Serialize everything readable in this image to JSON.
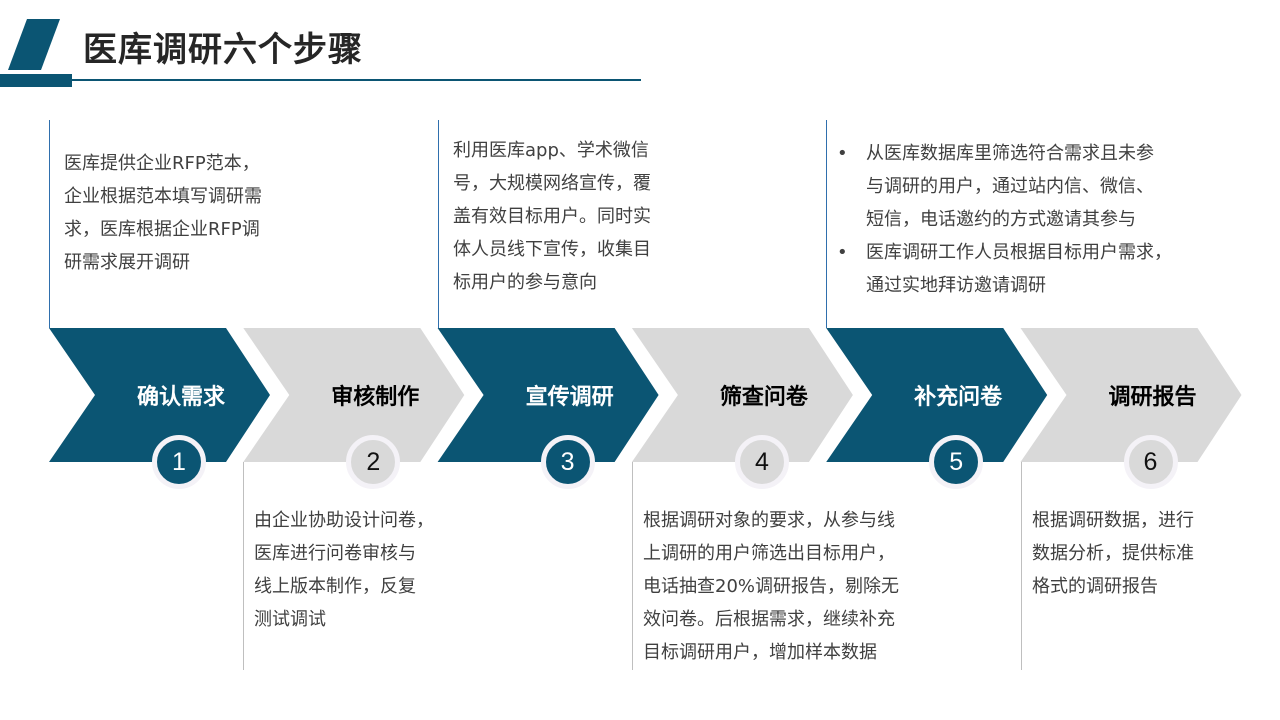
{
  "title": "医库调研六个步骤",
  "colors": {
    "primary": "#0b5573",
    "secondary": "#d9d9d9",
    "text": "#404040"
  },
  "steps": [
    {
      "number": "1",
      "label": "确认需求",
      "style": "primary",
      "desc_position": "top",
      "desc": [
        "医库提供企业RFP范本，",
        "企业根据范本填写调研需",
        "求，医库根据企业RFP调",
        "研需求展开调研"
      ]
    },
    {
      "number": "2",
      "label": "审核制作",
      "style": "secondary",
      "desc_position": "bottom",
      "desc": [
        "由企业协助设计问卷，",
        "医库进行问卷审核与",
        "线上版本制作，反复",
        "测试调试"
      ]
    },
    {
      "number": "3",
      "label": "宣传调研",
      "style": "primary",
      "desc_position": "top",
      "desc": [
        "利用医库app、学术微信",
        "号，大规模网络宣传，覆",
        "盖有效目标用户。同时实",
        "体人员线下宣传，收集目",
        "标用户的参与意向"
      ]
    },
    {
      "number": "4",
      "label": "筛查问卷",
      "style": "secondary",
      "desc_position": "bottom",
      "desc": [
        "根据调研对象的要求，从参与线",
        "上调研的用户筛选出目标用户，",
        "电话抽查20%调研报告，剔除无",
        "效问卷。后根据需求，继续补充",
        "目标调研用户，增加样本数据"
      ]
    },
    {
      "number": "5",
      "label": "补充问卷",
      "style": "primary",
      "desc_position": "top",
      "bullets": [
        [
          "从医库数据库里筛选符合需求且未参",
          "与调研的用户，通过站内信、微信、",
          "短信，电话邀约的方式邀请其参与"
        ],
        [
          "医库调研工作人员根据目标用户需求，",
          "通过实地拜访邀请调研"
        ]
      ]
    },
    {
      "number": "6",
      "label": "调研报告",
      "style": "secondary",
      "desc_position": "bottom",
      "desc": [
        "根据调研数据，进行",
        "数据分析，提供标准",
        "格式的调研报告"
      ]
    }
  ]
}
